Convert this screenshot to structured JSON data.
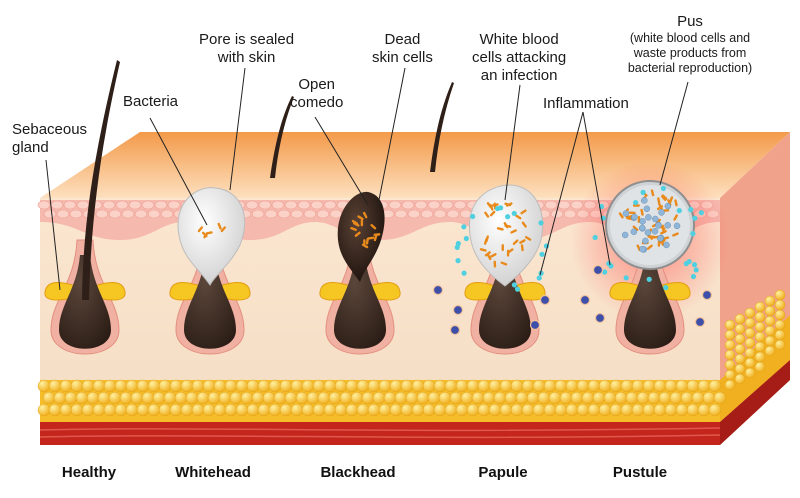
{
  "labels": {
    "sebaceous": [
      "Sebaceous",
      "gland"
    ],
    "bacteria": "Bacteria",
    "pore_sealed": [
      "Pore is sealed",
      "with skin"
    ],
    "open_comedo": [
      "Open",
      "comedo"
    ],
    "dead_skin": [
      "Dead",
      "skin cells"
    ],
    "white_blood": [
      "White blood",
      "cells attacking",
      "an infection"
    ],
    "inflammation": "Inflammation",
    "pus_title": "Pus",
    "pus_desc": [
      "(white blood cells and",
      "waste products from",
      "bacterial reproduction)"
    ]
  },
  "stages": [
    "Healthy",
    "Whitehead",
    "Blackhead",
    "Papule",
    "Pustule"
  ],
  "colors": {
    "epidermis_top": "#f7b46a",
    "epidermis_bottom": "#fde2c2",
    "dermis_pink": "#f6b8b0",
    "dermis_cream": "#f6ead8",
    "fat_yellow": "#f7c12c",
    "muscle_red": "#c8271e",
    "follicle_dark": "#3b2a22",
    "sebum_yellow": "#f5c51f",
    "whitehead_white": "#f2f2f2",
    "inflammation_red": "#f25050",
    "wbc_cyan": "#4fd0e0"
  }
}
